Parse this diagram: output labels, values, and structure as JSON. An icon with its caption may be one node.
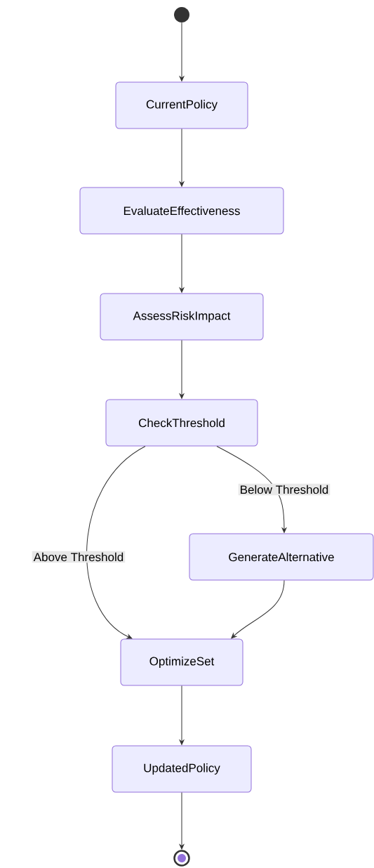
{
  "diagram": {
    "nodes": [
      {
        "text": [],
        "shape": "circle"
      },
      {
        "text": [
          "CurrentPolicy"
        ]
      },
      {
        "text": [
          "EvaluateEffectiveness"
        ]
      },
      {
        "text": [
          "AssessRiskImpact"
        ]
      },
      {
        "text": [
          "CheckThreshold"
        ]
      },
      {
        "text": [
          "GenerateAlternative"
        ]
      },
      {
        "text": [
          "OptimizeSet"
        ]
      },
      {
        "text": [
          "UpdatedPolicy"
        ]
      },
      {
        "text": [],
        "shape": "circle"
      }
    ],
    "edges": [
      {
        "from": 0,
        "to": 1,
        "arrow": "to"
      },
      {
        "from": 1,
        "to": 2,
        "arrow": "to"
      },
      {
        "from": 2,
        "to": 3,
        "arrow": "to"
      },
      {
        "from": 3,
        "to": 4,
        "arrow": "to"
      },
      {
        "from": 4,
        "to": 6,
        "arrow": "to",
        "label": "Above Threshold"
      },
      {
        "from": 4,
        "to": 5,
        "arrow": "to",
        "label": "Below Threshold"
      },
      {
        "from": 5,
        "to": 6,
        "arrow": "to"
      },
      {
        "from": 6,
        "to": 7,
        "arrow": "to"
      },
      {
        "from": 7,
        "to": 8,
        "arrow": "to"
      }
    ]
  }
}
